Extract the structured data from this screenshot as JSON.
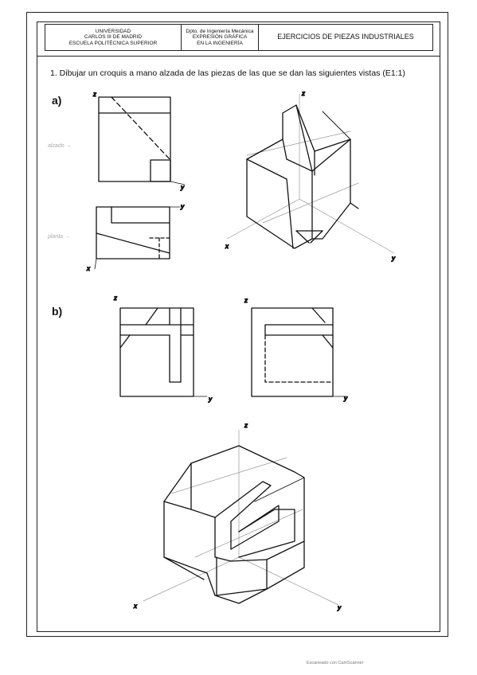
{
  "header": {
    "university_lines": [
      "UNIVERSIDAD",
      "CARLOS III DE MADRID",
      "ESCUELA POLITÉCNICA SUPERIOR"
    ],
    "department_lines": [
      "Dpto. de Ingeniería Mecánica",
      "EXPRESIÓN GRÁFICA",
      "EN LA INGENIERÍA"
    ],
    "sheet_title": "EJERCICIOS DE PIEZAS INDUSTRIALES"
  },
  "exercise": {
    "statement": "1. Dibujar un croquis a mano alzada de las piezas  de las que se dan las siguientes vistas (E1:1)"
  },
  "sections": {
    "a_label": "a)",
    "b_label": "b)"
  },
  "notes": {
    "alzado": "alzado →",
    "planta": "planta →"
  },
  "axes": {
    "z": "z",
    "y": "y",
    "x": "x"
  },
  "footer": {
    "scan_note": "Escaneado con CamScanner"
  }
}
